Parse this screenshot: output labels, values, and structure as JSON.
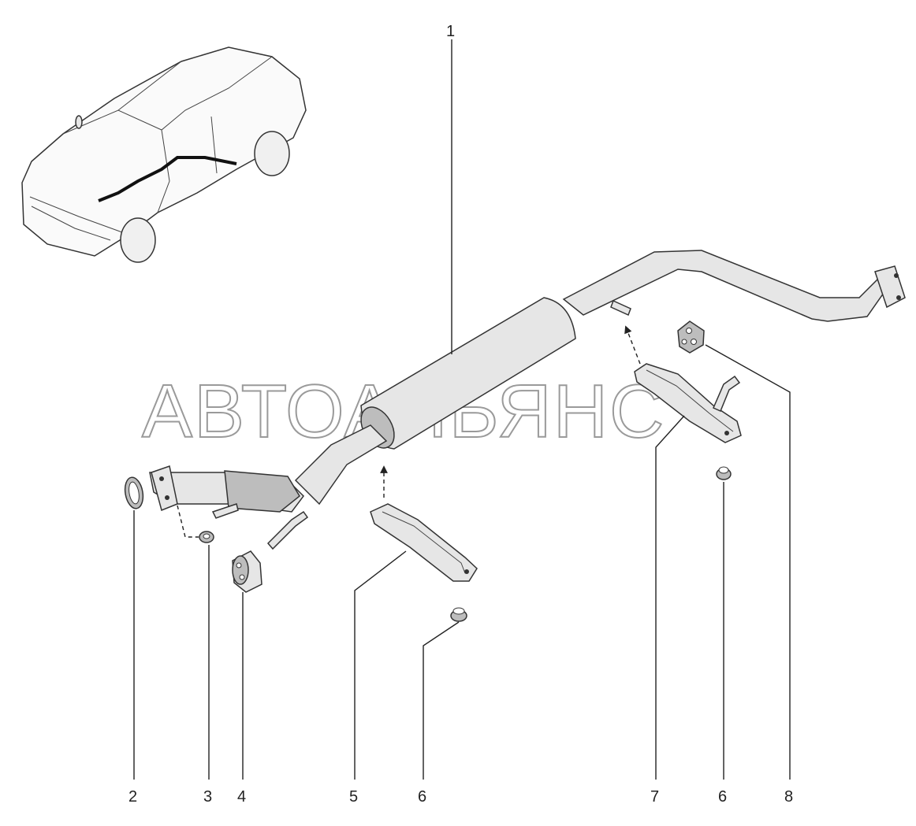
{
  "watermark": "АВТОАЛЬЯНС",
  "callouts": [
    "1",
    "2",
    "3",
    "4",
    "5",
    "6",
    "7",
    "6",
    "8"
  ]
}
